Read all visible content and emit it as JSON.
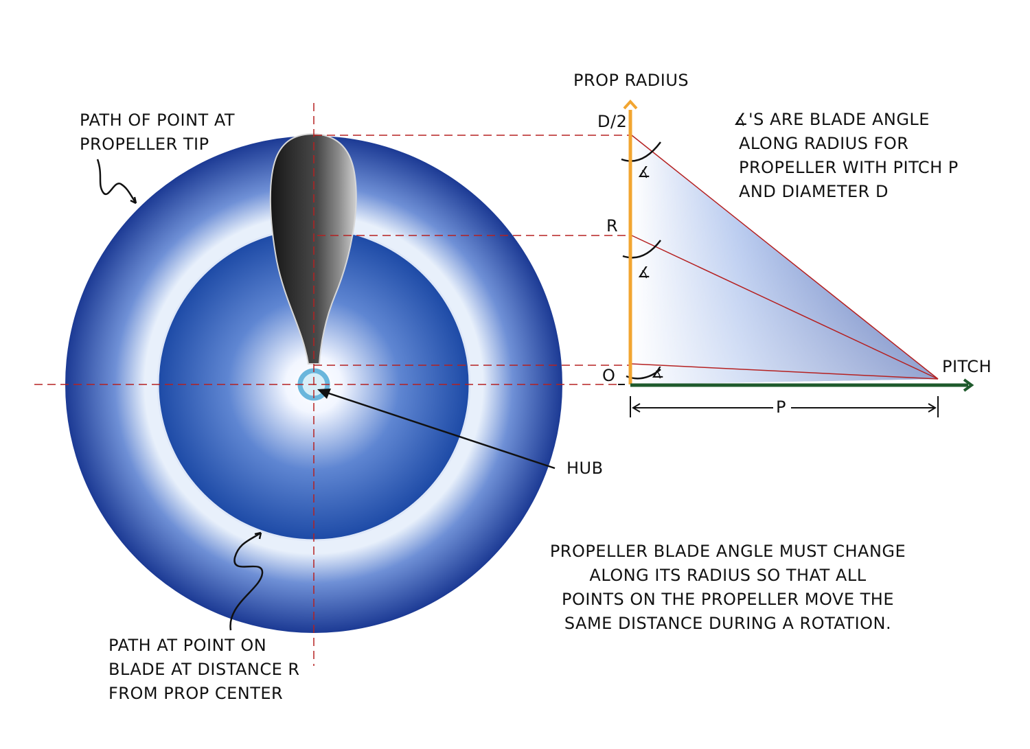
{
  "labels": {
    "prop_radius_axis": "PROP RADIUS",
    "pitch_axis": "PITCH",
    "d_half_tick": "D/2",
    "r_tick": "R",
    "zero_tick": "O",
    "pitch_dimension": "P",
    "hub": "HUB",
    "tip_path": [
      "PATH OF POINT AT",
      "PROPELLER TIP"
    ],
    "r_path": [
      "PATH AT POINT ON",
      "BLADE AT DISTANCE R",
      "FROM PROP CENTER"
    ],
    "angle_note": [
      "∡'S ARE BLADE ANGLE",
      "ALONG RADIUS FOR",
      "PROPELLER WITH PITCH P",
      "AND DIAMETER D"
    ],
    "angle_mark": "∡",
    "caption": [
      "PROPELLER BLADE ANGLE MUST CHANGE",
      "ALONG ITS RADIUS SO THAT ALL",
      "POINTS ON THE PROPELLER MOVE THE",
      "SAME DISTANCE DURING A ROTATION."
    ]
  },
  "colors": {
    "disk_dark": "#1c3a94",
    "disk_light": "#ffffff",
    "guide_line": "#b52020",
    "radius_axis": "#f2a530",
    "pitch_axis": "#1e5a2c",
    "blade_dark": "#2a2a2a",
    "text": "#111111"
  }
}
